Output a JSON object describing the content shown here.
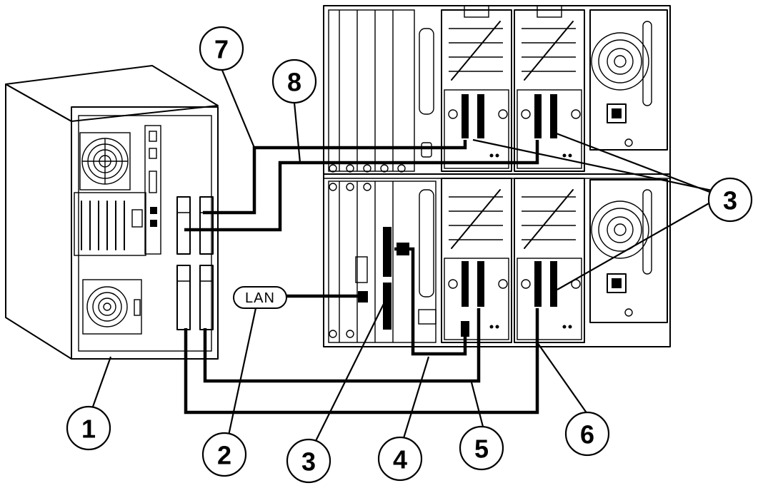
{
  "diagram": {
    "lan_label": "LAN",
    "callouts": [
      {
        "id": "c1",
        "number": "1"
      },
      {
        "id": "c2",
        "number": "2"
      },
      {
        "id": "c3a",
        "number": "3"
      },
      {
        "id": "c3b",
        "number": "3"
      },
      {
        "id": "c4",
        "number": "4"
      },
      {
        "id": "c5",
        "number": "5"
      },
      {
        "id": "c6",
        "number": "6"
      },
      {
        "id": "c7",
        "number": "7"
      },
      {
        "id": "c8",
        "number": "8"
      }
    ]
  }
}
